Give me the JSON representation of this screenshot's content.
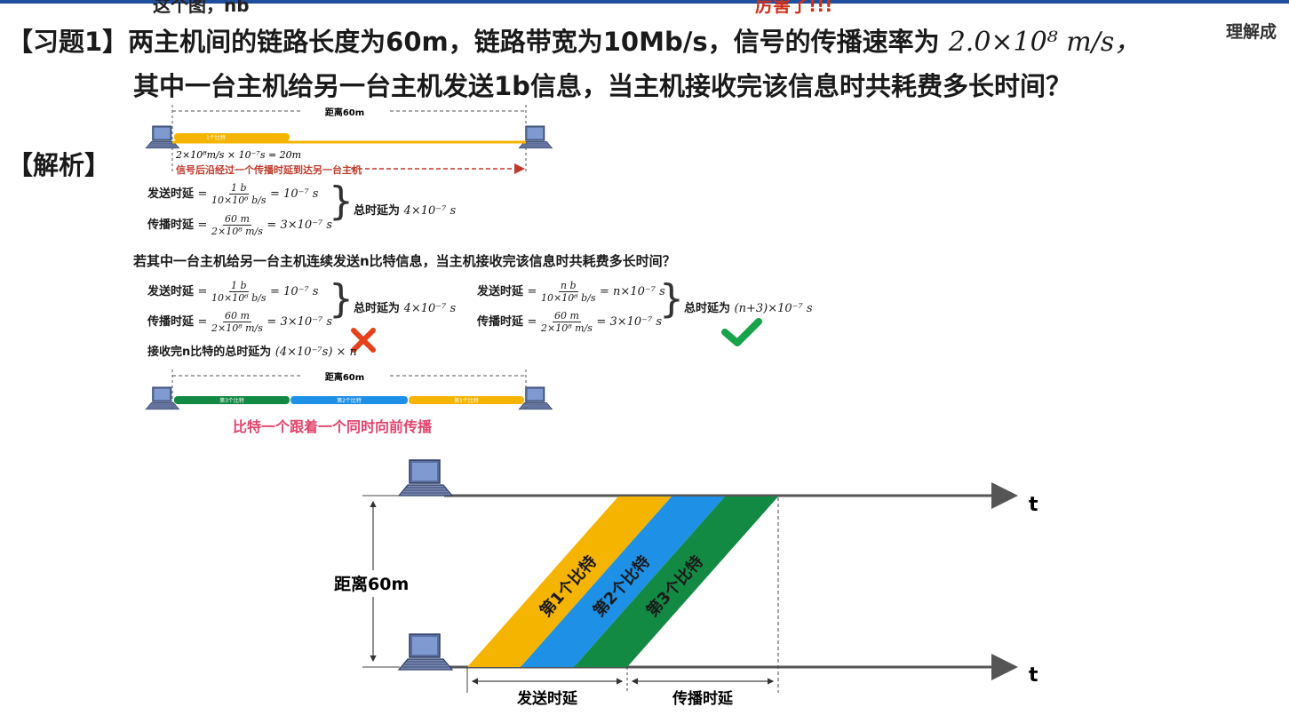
{
  "overlay": {
    "danmaku_1": "这个图，nb",
    "danmaku_2": "厉害了!!!",
    "danmaku_3": "理解成"
  },
  "question": {
    "line1_prefix": "【习题1】两主机间的链路长度为60m，链路带宽为10Mb/s，信号的传播速率为",
    "line1_math": "2.0×10⁸ m/s，",
    "line2": "其中一台主机给另一台主机发送1b信息，当主机接收完该信息时共耗费多长时间？"
  },
  "analysis": {
    "heading": "【解析】",
    "top_diagram": {
      "distance": "距离60m",
      "bit_label": "1个比特",
      "formula": "2×10⁸m/s × 10⁻⁷s = 20m",
      "note": "信号后沿经过一个传播时延到达另一台主机"
    },
    "single": {
      "send_label": "发送时延",
      "send_num": "1  b",
      "send_den": "10×10⁶  b/s",
      "send_result": "= 10⁻⁷ s",
      "prop_label": "传播时延",
      "prop_num": "60  m",
      "prop_den": "2×10⁸  m/s",
      "prop_result": "= 3×10⁻⁷ s",
      "total": "总时延为",
      "total_val": "4×10⁻⁷ s"
    },
    "question2": "若其中一台主机给另一台主机连续发送n比特信息，当主机接收完该信息时共耗费多长时间？",
    "wrong": {
      "send_label": "发送时延",
      "send_num": "1  b",
      "send_den": "10×10⁶  b/s",
      "send_result": "= 10⁻⁷ s",
      "prop_label": "传播时延",
      "prop_num": "60  m",
      "prop_den": "2×10⁸  m/s",
      "prop_result": "= 3×10⁻⁷ s",
      "total": "总时延为",
      "total_val": "4×10⁻⁷ s",
      "n_total_label": "接收完n比特的总时延为",
      "n_total_val": "(4×10⁻⁷s) × n"
    },
    "right": {
      "send_label": "发送时延",
      "send_num": "n  b",
      "send_den": "10×10⁶  b/s",
      "send_result": "= n×10⁻⁷ s",
      "prop_label": "传播时延",
      "prop_num": "60  m",
      "prop_den": "2×10⁸  m/s",
      "prop_result": "= 3×10⁻⁷ s",
      "total": "总时延为",
      "total_val": "(n+3)×10⁻⁷ s"
    },
    "bits_diagram": {
      "distance": "距离60m",
      "caption": "比特一个跟着一个同时向前传播",
      "bit_labels": [
        "第3个比特",
        "第2个比特",
        "第1个比特"
      ]
    }
  },
  "timing_diagram": {
    "t_label": "t",
    "distance": "距离60m",
    "bands": [
      "第1个比特",
      "第2个比特",
      "第3个比特"
    ],
    "send_delay": "发送时延",
    "prop_delay": "传播时延"
  },
  "colors": {
    "orange": "#f5b400",
    "blue": "#1e90e6",
    "green": "#128a43",
    "cross": "#e8401c",
    "check": "#17a34a"
  }
}
